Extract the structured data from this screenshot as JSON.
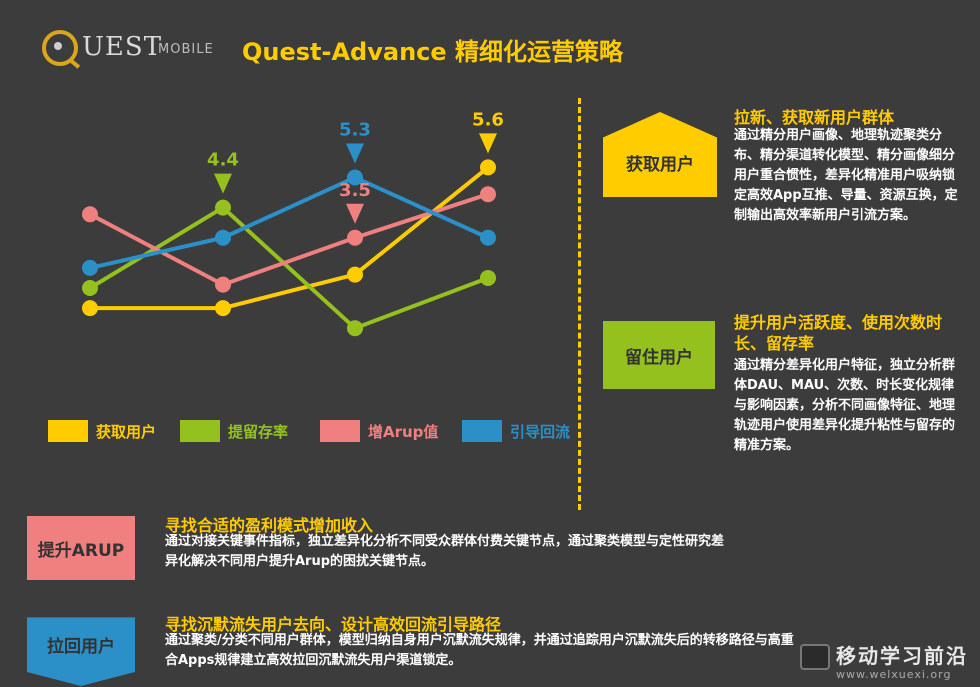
{
  "header": {
    "logo_uest": "UEST",
    "logo_mobile": "MOBILE",
    "title": "Quest-Advance 精细化运营策略"
  },
  "colors": {
    "yellow": "#ffcc00",
    "green": "#95c11f",
    "pink": "#f08080",
    "blue": "#2b90c8",
    "background": "#3c3c3c"
  },
  "chart_data": {
    "type": "line",
    "x": [
      1,
      2,
      3,
      4
    ],
    "series": [
      {
        "name": "获取用户",
        "color": "#ffcc00",
        "values": [
          1.4,
          1.4,
          2.4,
          5.6
        ]
      },
      {
        "name": "提留存率",
        "color": "#95c11f",
        "values": [
          2.0,
          4.4,
          0.8,
          2.3
        ]
      },
      {
        "name": "增Arup值",
        "color": "#f08080",
        "values": [
          4.2,
          2.1,
          3.5,
          4.8
        ]
      },
      {
        "name": "引导回流",
        "color": "#2b90c8",
        "values": [
          2.6,
          3.5,
          5.3,
          3.5
        ]
      }
    ],
    "annotations": [
      {
        "series": "提留存率",
        "x": 2,
        "label": "4.4"
      },
      {
        "series": "引导回流",
        "x": 3,
        "label": "5.3"
      },
      {
        "series": "增Arup值",
        "x": 3,
        "label": "3.5"
      },
      {
        "series": "获取用户",
        "x": 4,
        "label": "5.6"
      }
    ],
    "grid": false,
    "legend_position": "bottom"
  },
  "sections": {
    "acquire": {
      "label": "获取用户",
      "title": "拉新、获取新用户群体",
      "body": "通过精分用户画像、地理轨迹聚类分布、精分渠道转化模型、精分画像细分用户重合惯性，差异化精准用户吸纳锁定高效App互推、导量、资源互换，定制输出高效率新用户引流方案。"
    },
    "retain": {
      "label": "留住用户",
      "title": "提升用户活跃度、使用次数时长、留存率",
      "body": "通过精分差异化用户特征，独立分析群体DAU、MAU、次数、时长变化规律与影响因素，分析不同画像特征、地理轨迹用户使用差异化提升粘性与留存的精准方案。"
    },
    "arup": {
      "label": "提升ARUP",
      "title": "寻找合适的盈利模式增加收入",
      "body": "通过对接关键事件指标，独立差异化分析不同受众群体付费关键节点，通过聚类模型与定性研究差异化解决不同用户提升Arup的困扰关键节点。"
    },
    "recall": {
      "label": "拉回用户",
      "title": "寻找沉默流失用户去向、设计高效回流引导路径",
      "body": "通过聚类/分类不同用户群体，模型归纳自身用户沉默流失规律，并通过追踪用户沉默流失后的转移路径与高重合Apps规律建立高效拉回沉默流失用户渠道锁定。"
    }
  },
  "watermark": {
    "text": "移动学习前沿",
    "url": "www.welxuexi.org"
  }
}
